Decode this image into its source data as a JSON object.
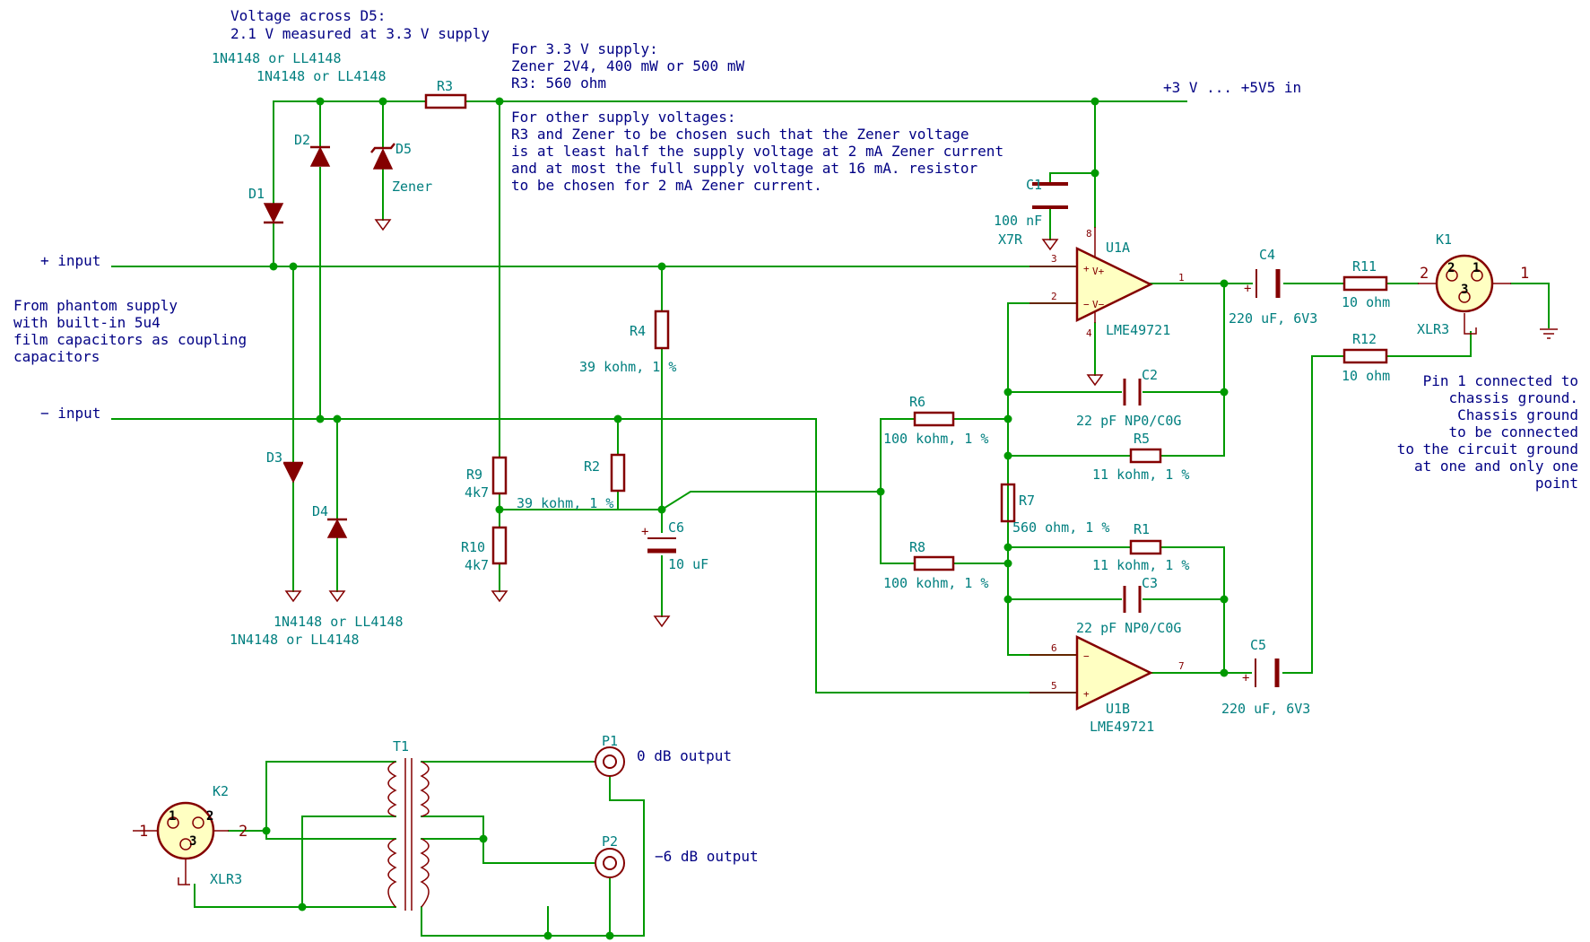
{
  "notes": {
    "d5_line1": "Voltage across D5:",
    "d5_line2": "2.1 V measured at 3.3 V supply",
    "supply_line1": "For 3.3 V supply:",
    "supply_line2": "Zener 2V4, 400 mW or 500 mW",
    "supply_line3": "R3: 560 ohm",
    "other_line1": "For other supply voltages:",
    "other_line2": "R3 and Zener to be chosen such that the Zener voltage",
    "other_line3": "is at least half the supply voltage at 2 mA Zener current",
    "other_line4": "and at most the full supply voltage at 16 mA. resistor",
    "other_line5": "to be chosen for 2 mA Zener current.",
    "phantom_line1": "From phantom supply",
    "phantom_line2": "with built-in 5u4",
    "phantom_line3": "film capacitors as coupling",
    "phantom_line4": "capacitors",
    "pin1_line1": "Pin 1 connected to",
    "pin1_line2": "chassis ground.",
    "pin1_line3": "Chassis ground",
    "pin1_line4": "to be connected",
    "pin1_line5": "to the circuit ground",
    "pin1_line6": "at one and only one",
    "pin1_line7": "point"
  },
  "nets": {
    "plus_input": "+ input",
    "minus_input": "− input",
    "supply_in": "+3 V ... +5V5 in"
  },
  "components": {
    "d1": {
      "ref": "D1"
    },
    "d2": {
      "ref": "D2"
    },
    "d3": {
      "ref": "D3"
    },
    "d4": {
      "ref": "D4"
    },
    "d5": {
      "ref": "D5",
      "value": "Zener"
    },
    "diode_top_value_a": "1N4148 or LL4148",
    "diode_top_value_b": "1N4148 or LL4148",
    "diode_bottom_value_a": "1N4148 or LL4148",
    "diode_bottom_value_b": "1N4148 or LL4148",
    "r1": {
      "ref": "R1",
      "value": "11 kohm, 1 %"
    },
    "r2": {
      "ref": "R2",
      "value": "39 kohm, 1 %"
    },
    "r3": {
      "ref": "R3"
    },
    "r4": {
      "ref": "R4",
      "value": "39 kohm, 1 %"
    },
    "r5": {
      "ref": "R5",
      "value": "11 kohm, 1 %"
    },
    "r6": {
      "ref": "R6",
      "value": "100 kohm, 1 %"
    },
    "r7": {
      "ref": "R7",
      "value": "560 ohm, 1 %"
    },
    "r8": {
      "ref": "R8",
      "value": "100 kohm, 1 %"
    },
    "r9": {
      "ref": "R9",
      "value": "4k7"
    },
    "r10": {
      "ref": "R10",
      "value": "4k7"
    },
    "r11": {
      "ref": "R11",
      "value": "10 ohm"
    },
    "r12": {
      "ref": "R12",
      "value": "10 ohm"
    },
    "c1": {
      "ref": "C1",
      "value": "100 nF",
      "value2": "X7R"
    },
    "c2": {
      "ref": "C2",
      "value": "22 pF NP0/C0G"
    },
    "c3": {
      "ref": "C3",
      "value": "22 pF NP0/C0G"
    },
    "c4": {
      "ref": "C4",
      "value": "220 uF, 6V3"
    },
    "c5": {
      "ref": "C5",
      "value": "220 uF, 6V3"
    },
    "c6": {
      "ref": "C6",
      "value": "10 uF"
    },
    "u1a": {
      "ref": "U1A",
      "value": "LME49721"
    },
    "u1b": {
      "ref": "U1B",
      "value": "LME49721"
    },
    "k1": {
      "ref": "K1",
      "value": "XLR3"
    },
    "k2": {
      "ref": "K2",
      "value": "XLR3"
    },
    "t1": {
      "ref": "T1"
    },
    "p1": {
      "ref": "P1",
      "value": "0 dB output"
    },
    "p2": {
      "ref": "P2",
      "value": "−6 dB output"
    }
  },
  "pins": {
    "u1a_3": "3",
    "u1a_2": "2",
    "u1a_1": "1",
    "u1a_8": "8",
    "u1a_4": "4",
    "u1a_plus": "+",
    "u1a_minus": "−",
    "u1a_vplus": "V+",
    "u1a_vminus": "V−",
    "u1b_6": "6",
    "u1b_5": "5",
    "u1b_7": "7",
    "u1b_plus": "+",
    "u1b_minus": "−",
    "k1_pin2": "2",
    "k1_pin1": "1",
    "k1_in1": "1",
    "k1_in2": "2",
    "k1_in3": "3",
    "k2_pin1": "1",
    "k2_pin2": "2",
    "k2_in1": "1",
    "k2_in2": "2",
    "k2_in3": "3",
    "cap_plus": "+"
  }
}
